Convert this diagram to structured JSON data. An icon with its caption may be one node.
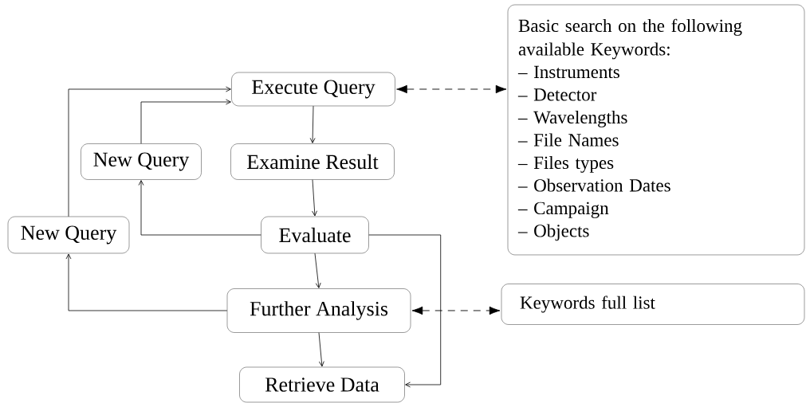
{
  "diagram": {
    "nodes": [
      {
        "text": [
          "Execute Query"
        ]
      },
      {
        "text": [
          "New Query"
        ]
      },
      {
        "text": [
          "Examine Result"
        ]
      },
      {
        "text": [
          "New Query"
        ]
      },
      {
        "text": [
          "Evaluate"
        ]
      },
      {
        "text": [
          "Further Analysis"
        ]
      },
      {
        "text": [
          "Retrieve Data"
        ]
      },
      {
        "text": [
          "Basic search on the following available Keywords:",
          "– Instruments",
          "– Detector",
          "– Wavelengths",
          "– File Names",
          "– Files types",
          "– Observation Dates",
          "– Campaign",
          "– Objects"
        ]
      },
      {
        "text": [
          "Keywords full list"
        ]
      }
    ],
    "edges": [
      {
        "from": 0,
        "to": 2,
        "arrow": "to"
      },
      {
        "from": 2,
        "to": 4,
        "arrow": "to"
      },
      {
        "from": 4,
        "to": 1,
        "arrow": "to"
      },
      {
        "from": 1,
        "to": 0,
        "arrow": "to"
      },
      {
        "from": 3,
        "to": 0,
        "arrow": "to"
      },
      {
        "from": 4,
        "to": 5,
        "arrow": "to"
      },
      {
        "from": 5,
        "to": 3,
        "arrow": "to"
      },
      {
        "from": 5,
        "to": 6,
        "arrow": "to"
      },
      {
        "from": 4,
        "to": 6,
        "arrow": "to"
      },
      {
        "from": 0,
        "to": 7,
        "arrow": "both",
        "style": "dashed"
      },
      {
        "from": 5,
        "to": 8,
        "arrow": "both",
        "style": "dashed"
      }
    ]
  }
}
